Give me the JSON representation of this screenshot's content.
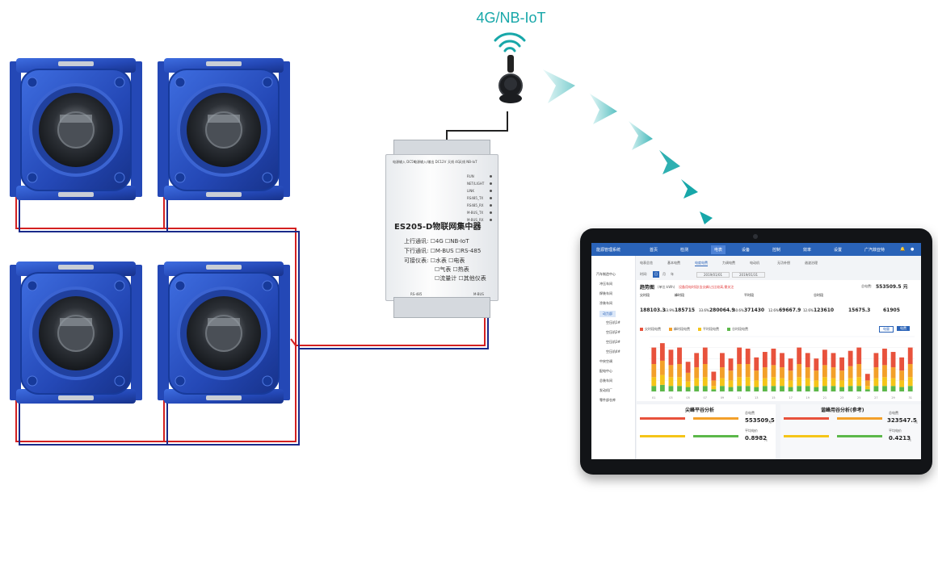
{
  "wireless_label": "4G/NB-IoT",
  "colors": {
    "wireless": "#17a7a9",
    "meter_blue": "#2a55c8",
    "wire_red": "#d32020",
    "wire_blue": "#1a2a8a",
    "tablet_bar": "#2a63b8",
    "bar_red": "#e8523c",
    "bar_orange": "#f3a02a",
    "bar_yellow": "#f5c518",
    "bar_green": "#5cb84a"
  },
  "concentrator": {
    "port1_label": "电源输入 DC5V",
    "port2_label": "电源输入/输出 DC12V",
    "port3_label": "天线 4G",
    "port4_label": "天线 NB-IoT",
    "leds": [
      "RUN",
      "NET/LIGHT",
      "LINK",
      "RS485_TX",
      "RS485_RX",
      "M-BUS_TX",
      "M-BUS_RX"
    ],
    "title": "ES205-D物联网集中器",
    "uplink_label": "上行通讯:",
    "uplink_options": [
      "4G",
      "NB-IoT"
    ],
    "downlink_label": "下行通讯:",
    "downlink_options": [
      "M-BUS",
      "RS-485"
    ],
    "meters_label": "可接仪表:",
    "meter_options": [
      "水表",
      "电表",
      "气表",
      "热表",
      "流量计",
      "其他仪表"
    ],
    "bottom_left_label": "RS-485",
    "bottom_right_label": "M-BUS"
  },
  "tablet": {
    "app_title": "能源管理系统",
    "nav": [
      "首页",
      "检测",
      "电表",
      "设备",
      "控制",
      "效率",
      "设置"
    ],
    "company": "广汽菲亚特",
    "sub_tabs": [
      "电表总览",
      "基本电费",
      "电度电费",
      "力调电费",
      "电动机",
      "无功补偿",
      "谐波治理"
    ],
    "side_items": [
      "汽车制造中心",
      "冲压车间",
      "焊装车间",
      "涂装车间",
      "动力部",
      "空压机1#",
      "空压机2#",
      "空压机3#",
      "空压机4#",
      "中央空调",
      "配电中心",
      "总装车间",
      "发动机厂",
      "零件部仓库"
    ],
    "time_label": "时间:",
    "period_buttons": [
      "日",
      "月",
      "年"
    ],
    "date_from": "2019/01/01",
    "date_to": "2019/01/31",
    "trend_title": "趋势图",
    "trend_unit": "(单位:kWh)",
    "warning": "设备用电时段(含尖峰)占比较高,需关注",
    "total_fee_label": "总电费:",
    "total_fee": "553509.5 元",
    "periods": [
      {
        "name": "尖时段",
        "value": "188103.3",
        "ratio": "33.9%"
      },
      {
        "name": "峰时段",
        "value": "185715",
        "ratio": "33.6%"
      },
      {
        "name": "",
        "value": "280064.9",
        "ratio": "50.6%"
      },
      {
        "name": "平时段",
        "value": "371430",
        "ratio": "12.6%"
      },
      {
        "name": "",
        "value": "69667.9",
        "ratio": "12.6%"
      },
      {
        "name": "谷时段",
        "value": "123610",
        "ratio": ""
      },
      {
        "name": "",
        "value": "15675.3",
        "ratio": ""
      },
      {
        "name": "",
        "value": "61905",
        "ratio": ""
      }
    ],
    "legend": [
      "尖时段电费",
      "峰时段电费",
      "平时段电费",
      "谷时段电费"
    ],
    "toggle_buttons": [
      "电量",
      "电费"
    ],
    "left_panel_title": "尖峰平谷分析",
    "left_total_label": "总电费",
    "left_total": "553509.5",
    "left_total_unit": "元",
    "left_avg_label": "平均电价",
    "left_avg": "0.8982",
    "left_avg_unit": "元",
    "right_panel_title": "谐峰用谷分析(参考)",
    "right_total_label": "总电费",
    "right_total": "323547.5",
    "right_total_unit": "元",
    "right_avg_label": "平均电价",
    "right_avg": "0.4213",
    "right_avg_unit": "元"
  },
  "chart_data": {
    "type": "bar",
    "categories": [
      "01",
      "02",
      "03",
      "04",
      "05",
      "06",
      "07",
      "08",
      "09",
      "10",
      "11",
      "12",
      "13",
      "14",
      "15",
      "16",
      "17",
      "18",
      "19",
      "20",
      "21",
      "22",
      "23",
      "24",
      "25",
      "26",
      "27",
      "28",
      "29",
      "30",
      "31"
    ],
    "series": [
      {
        "name": "谷时段电费",
        "values": [
          0.5,
          0.6,
          0.5,
          0.5,
          0.4,
          0.5,
          0.5,
          0.2,
          0.5,
          0.4,
          0.5,
          0.5,
          0.4,
          0.5,
          0.5,
          0.5,
          0.4,
          0.5,
          0.5,
          0.4,
          0.5,
          0.5,
          0.4,
          0.5,
          0.5,
          0.2,
          0.5,
          0.5,
          0.5,
          0.4,
          0.5
        ]
      },
      {
        "name": "平时段电费",
        "values": [
          0.8,
          0.9,
          0.8,
          0.8,
          0.5,
          0.7,
          0.8,
          0.3,
          0.7,
          0.6,
          0.8,
          0.8,
          0.6,
          0.7,
          0.8,
          0.7,
          0.6,
          0.8,
          0.7,
          0.6,
          0.8,
          0.7,
          0.6,
          0.7,
          0.8,
          0.3,
          0.7,
          0.8,
          0.7,
          0.6,
          0.8
        ]
      },
      {
        "name": "峰时段电费",
        "values": [
          1.2,
          1.3,
          1.1,
          1.2,
          0.8,
          1.0,
          1.2,
          0.5,
          1.0,
          0.9,
          1.2,
          1.2,
          0.9,
          1.0,
          1.1,
          1.0,
          0.9,
          1.2,
          1.0,
          0.9,
          1.1,
          1.0,
          0.9,
          1.1,
          1.2,
          0.5,
          1.0,
          1.1,
          1.0,
          0.9,
          1.2
        ]
      },
      {
        "name": "尖时段电费",
        "values": [
          1.5,
          1.6,
          1.4,
          1.5,
          1.0,
          1.3,
          1.5,
          0.8,
          1.3,
          1.1,
          1.5,
          1.4,
          1.2,
          1.4,
          1.5,
          1.3,
          1.1,
          1.5,
          1.3,
          1.1,
          1.4,
          1.3,
          1.2,
          1.4,
          1.5,
          0.6,
          1.3,
          1.5,
          1.4,
          1.2,
          1.5
        ]
      }
    ],
    "ylim": [
      0,
      5
    ]
  }
}
